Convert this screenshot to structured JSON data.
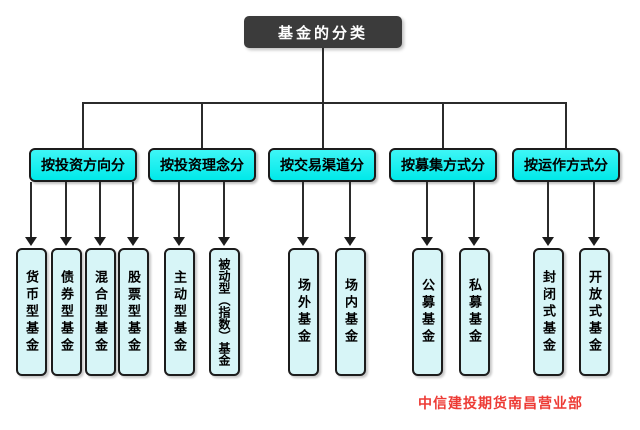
{
  "title": "基金的分类",
  "watermark": "中信建投期货南昌营业部",
  "colors": {
    "root_fill": "#3B3B3B",
    "root_text": "#FFFFFF",
    "category_fill": "#00E9E9",
    "leaf_fill": "#D7F5F7",
    "border": "#1C1C1C",
    "connector": "#2B2B2B",
    "watermark_text": "#ED3B35",
    "background": "#FFFFFF"
  },
  "groups": [
    {
      "label": "按投资方向分",
      "leaves": [
        "货币型基金",
        "债券型基金",
        "混合型基金",
        "股票型基金"
      ]
    },
    {
      "label": "按投资理念分",
      "leaves": [
        "主动型基金",
        "被动型（指数）基金"
      ]
    },
    {
      "label": "按交易渠道分",
      "leaves": [
        "场外基金",
        "场内基金"
      ]
    },
    {
      "label": "按募集方式分",
      "leaves": [
        "公募基金",
        "私募基金"
      ]
    },
    {
      "label": "按运作方式分",
      "leaves": [
        "封闭式基金",
        "开放式基金"
      ]
    }
  ]
}
